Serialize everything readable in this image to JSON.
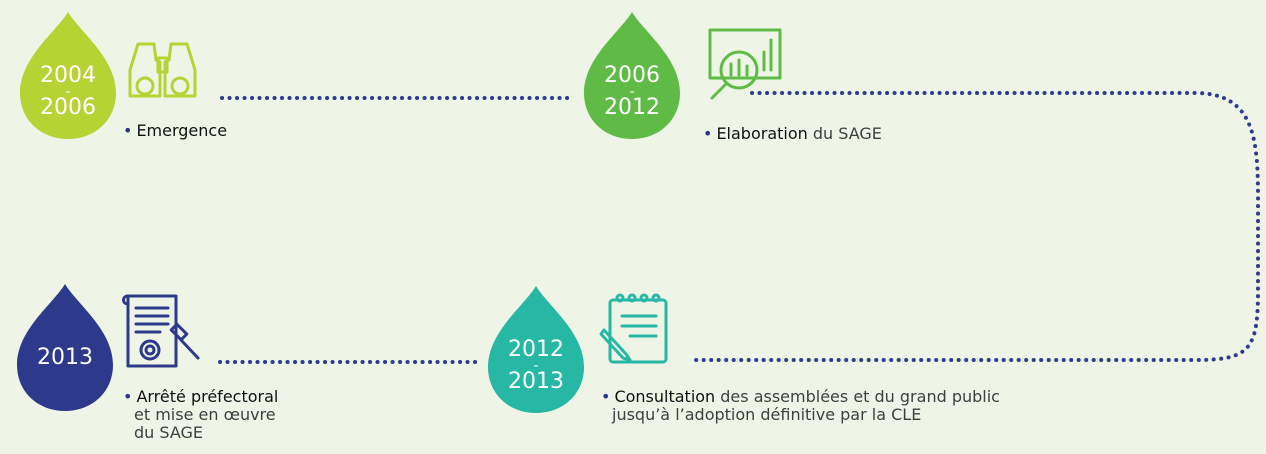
{
  "colors": {
    "background": "#eef5e6",
    "lime": "#b7d233",
    "green": "#5fbb46",
    "teal": "#26b7a5",
    "navy": "#2d3a8c",
    "dots": "#2f3c8f",
    "text": "#3f3f3f"
  },
  "steps": [
    {
      "start": "2004",
      "sep": "-",
      "end": "2006",
      "icon": "binoculars-icon",
      "bold": "Emergence",
      "rest": "",
      "more": []
    },
    {
      "start": "2006",
      "sep": "-",
      "end": "2012",
      "icon": "chart-magnifier-icon",
      "bold": "Elaboration",
      "rest": " du SAGE",
      "more": []
    },
    {
      "start": "2012",
      "sep": "-",
      "end": "2013",
      "icon": "notepad-pencil-icon",
      "bold": "Consultation",
      "rest": " des assemblées et du grand public",
      "more": [
        "jusqu’à l’adoption définitive par la CLE"
      ]
    },
    {
      "start": "2013",
      "sep": "",
      "end": "",
      "icon": "decree-gavel-icon",
      "bold": "Arrêté préfectoral",
      "rest": "",
      "more": [
        "et mise en œuvre",
        "du SAGE"
      ]
    }
  ]
}
